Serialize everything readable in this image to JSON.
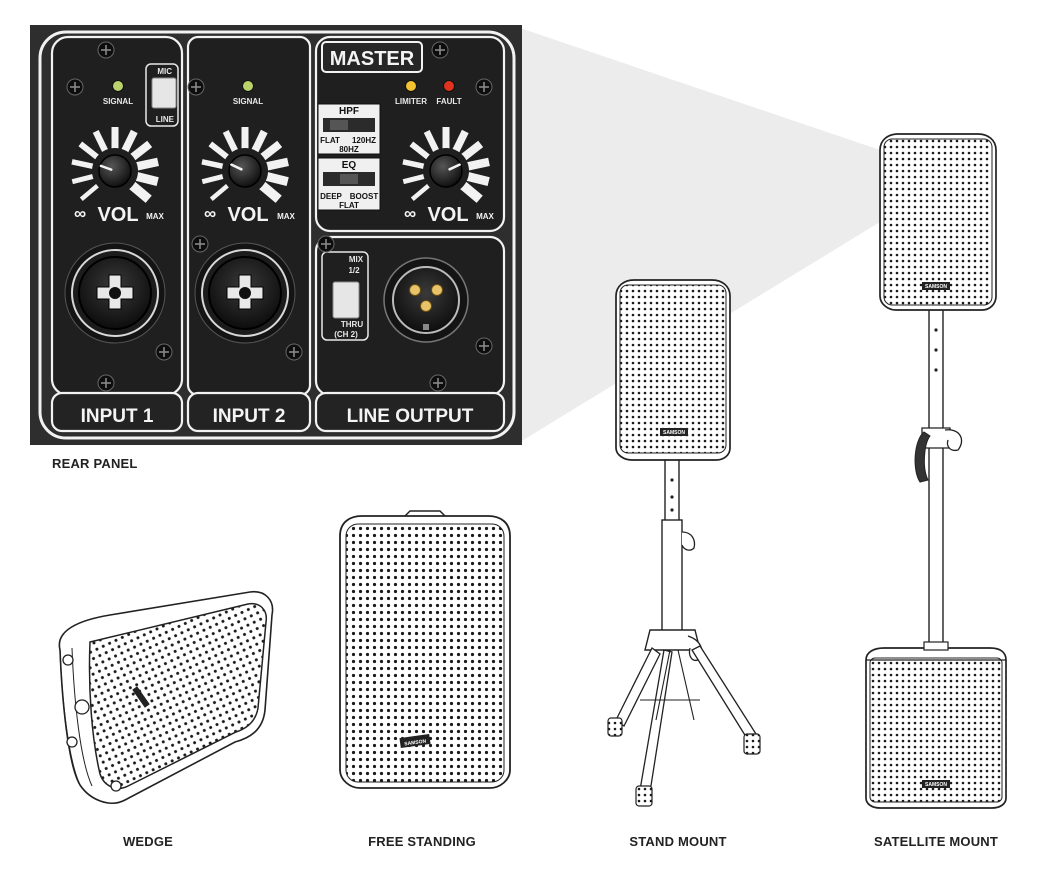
{
  "rear_panel": {
    "master_label": "MASTER",
    "channels": [
      {
        "name": "INPUT 1",
        "signal_label": "SIGNAL",
        "switch_top": "MIC",
        "switch_bottom": "LINE",
        "vol_label": "VOL",
        "min_label": "∞",
        "max_label": "MAX"
      },
      {
        "name": "INPUT 2",
        "signal_label": "SIGNAL",
        "vol_label": "VOL",
        "min_label": "∞",
        "max_label": "MAX"
      }
    ],
    "master": {
      "limiter_label": "LIMITER",
      "fault_label": "FAULT",
      "hpf": {
        "title": "HPF",
        "left": "FLAT",
        "right": "120HZ",
        "bottom": "80HZ"
      },
      "eq": {
        "title": "EQ",
        "left": "DEEP",
        "right": "BOOST",
        "bottom": "FLAT"
      },
      "vol_label": "VOL",
      "min_label": "∞",
      "max_label": "MAX"
    },
    "line_output": {
      "name": "LINE OUTPUT",
      "switch_top_1": "MIX",
      "switch_top_2": "1/2",
      "switch_bottom_1": "THRU",
      "switch_bottom_2": "(CH 2)"
    },
    "led_colors": {
      "signal": "#b9d36a",
      "limiter": "#f2c230",
      "fault": "#e0321e"
    },
    "panel_color": "#2b2b2b"
  },
  "captions": {
    "rear_panel": "REAR PANEL",
    "wedge": "WEDGE",
    "free_standing": "FREE STANDING",
    "stand_mount": "STAND MOUNT",
    "satellite_mount": "SATELLITE MOUNT"
  },
  "brand_badge": "SAMSON"
}
